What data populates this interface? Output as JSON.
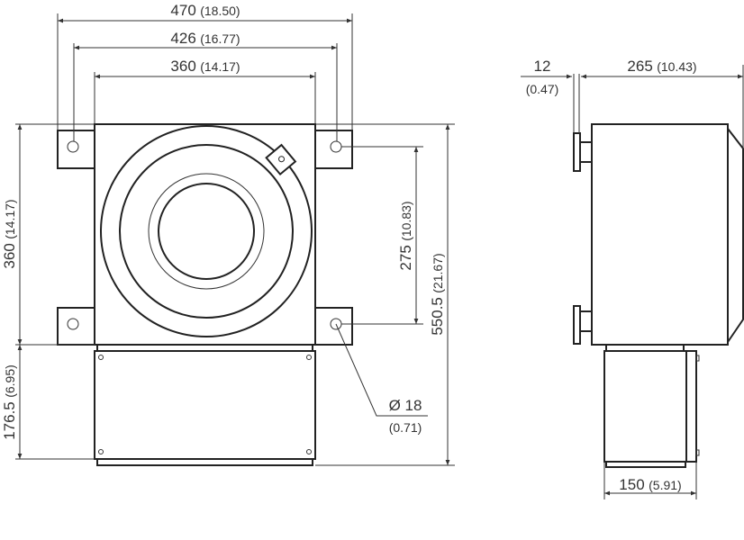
{
  "front_view": {
    "dim_overall_width": {
      "mm": "470",
      "in": "(18.50)"
    },
    "dim_hole_spacing_width": {
      "mm": "426",
      "in": "(16.77)"
    },
    "dim_body_width": {
      "mm": "360",
      "in": "(14.17)"
    },
    "dim_body_height": {
      "mm": "360",
      "in": "(14.17)"
    },
    "dim_box_height": {
      "mm": "176.5",
      "in": "(6.95)"
    },
    "dim_hole_spacing_height": {
      "mm": "275",
      "in": "(10.83)"
    },
    "dim_overall_height": {
      "mm": "550.5",
      "in": "(21.67)"
    },
    "dim_hole_diameter": {
      "mm": "Ø 18",
      "in": "(0.71)"
    }
  },
  "side_view": {
    "dim_flange": {
      "mm": "12",
      "in": "(0.47)"
    },
    "dim_depth": {
      "mm": "265",
      "in": "(10.43)"
    },
    "dim_box_depth": {
      "mm": "150",
      "in": "(5.91)"
    }
  }
}
